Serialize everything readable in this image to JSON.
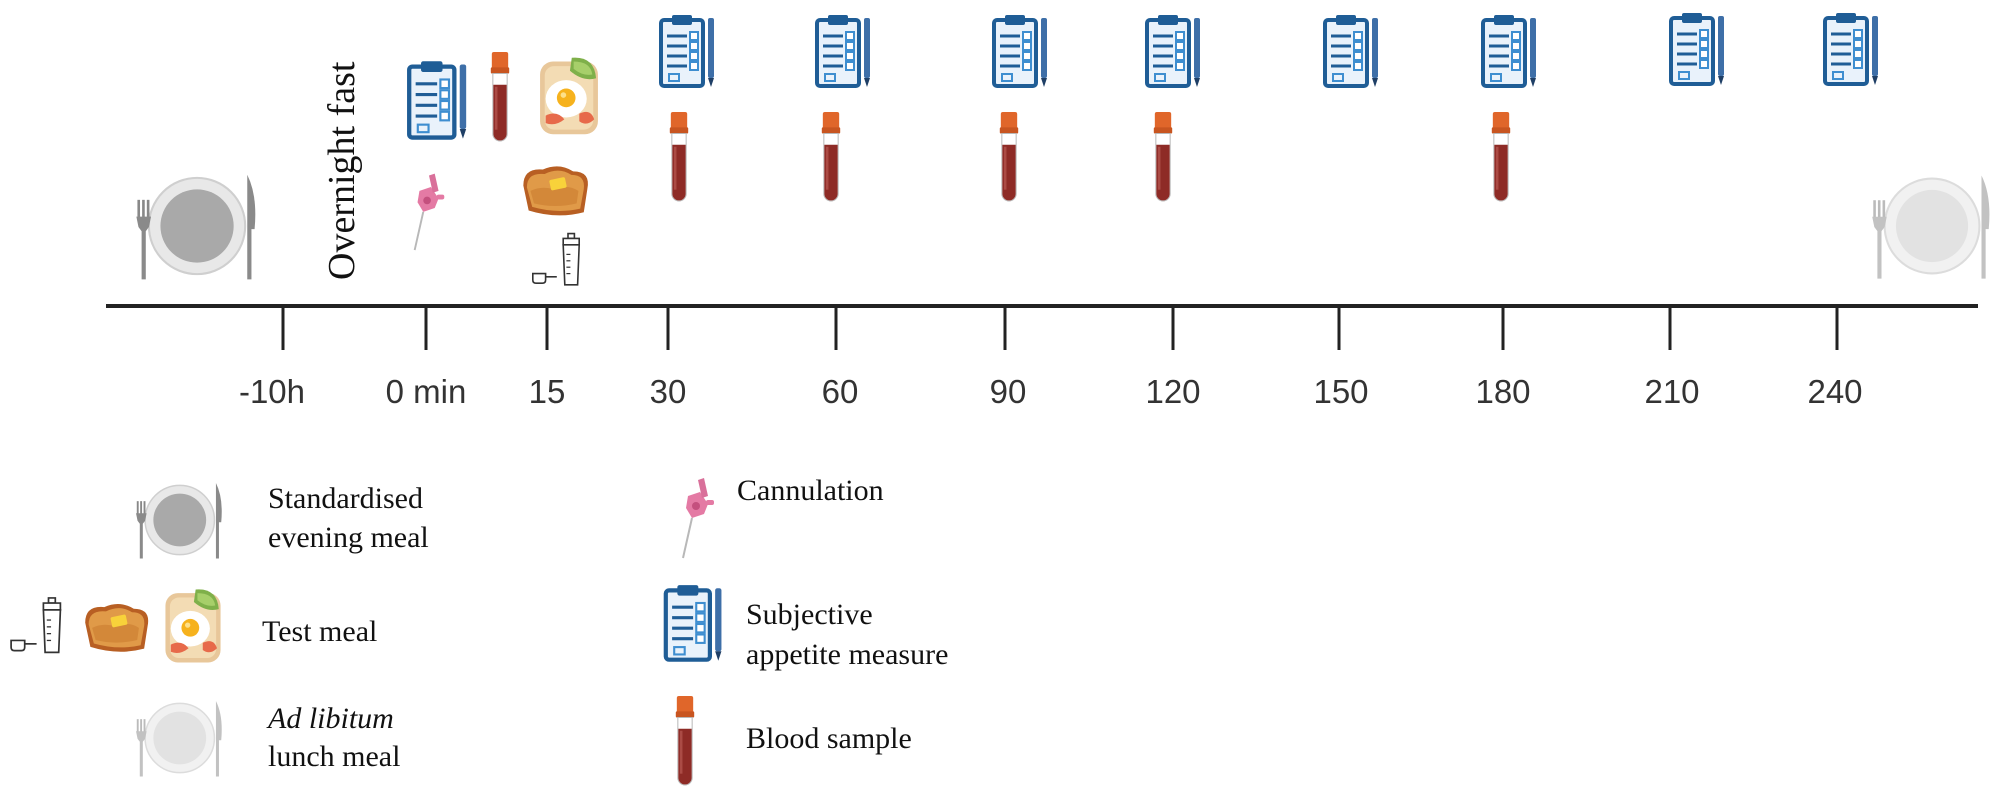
{
  "diagram": {
    "fast_label": "Overnight fast",
    "tick_labels": [
      "-10h",
      "0 min",
      "15",
      "30",
      "60",
      "90",
      "120",
      "150",
      "180",
      "210",
      "240"
    ],
    "events": {
      "standard_meal_at": "-10h",
      "cannulation_at": "0 min",
      "appetite_measures_at": [
        "0 min",
        "30",
        "60",
        "90",
        "120",
        "150",
        "180",
        "210",
        "240"
      ],
      "blood_samples_at": [
        "0 min",
        "30",
        "60",
        "90",
        "120",
        "180"
      ],
      "test_meal_at": "15",
      "lunch_meal_at": "240"
    }
  },
  "legend": {
    "standard_meal_line1": "Standardised",
    "standard_meal_line2": "evening meal",
    "test_meal": "Test meal",
    "lunch_meal_italic": "Ad libitum",
    "lunch_meal_line2": "lunch meal",
    "cannulation": "Cannulation",
    "appetite_line1": "Subjective",
    "appetite_line2": "appetite measure",
    "blood_sample": "Blood sample"
  },
  "colors": {
    "axis": "#222222",
    "clipboard": "#1f5d96",
    "clipboard_fill": "#e9f2fb",
    "pen": "#3e6fa8",
    "tube_blood": "#8e2b26",
    "tube_cap": "#e0662a",
    "plate_dark": "#a9a9a9",
    "plate_light": "#e6e6e6",
    "cannula": "#d9709a",
    "toast": "#d98b3a",
    "egg_yolk": "#f6b21d"
  }
}
